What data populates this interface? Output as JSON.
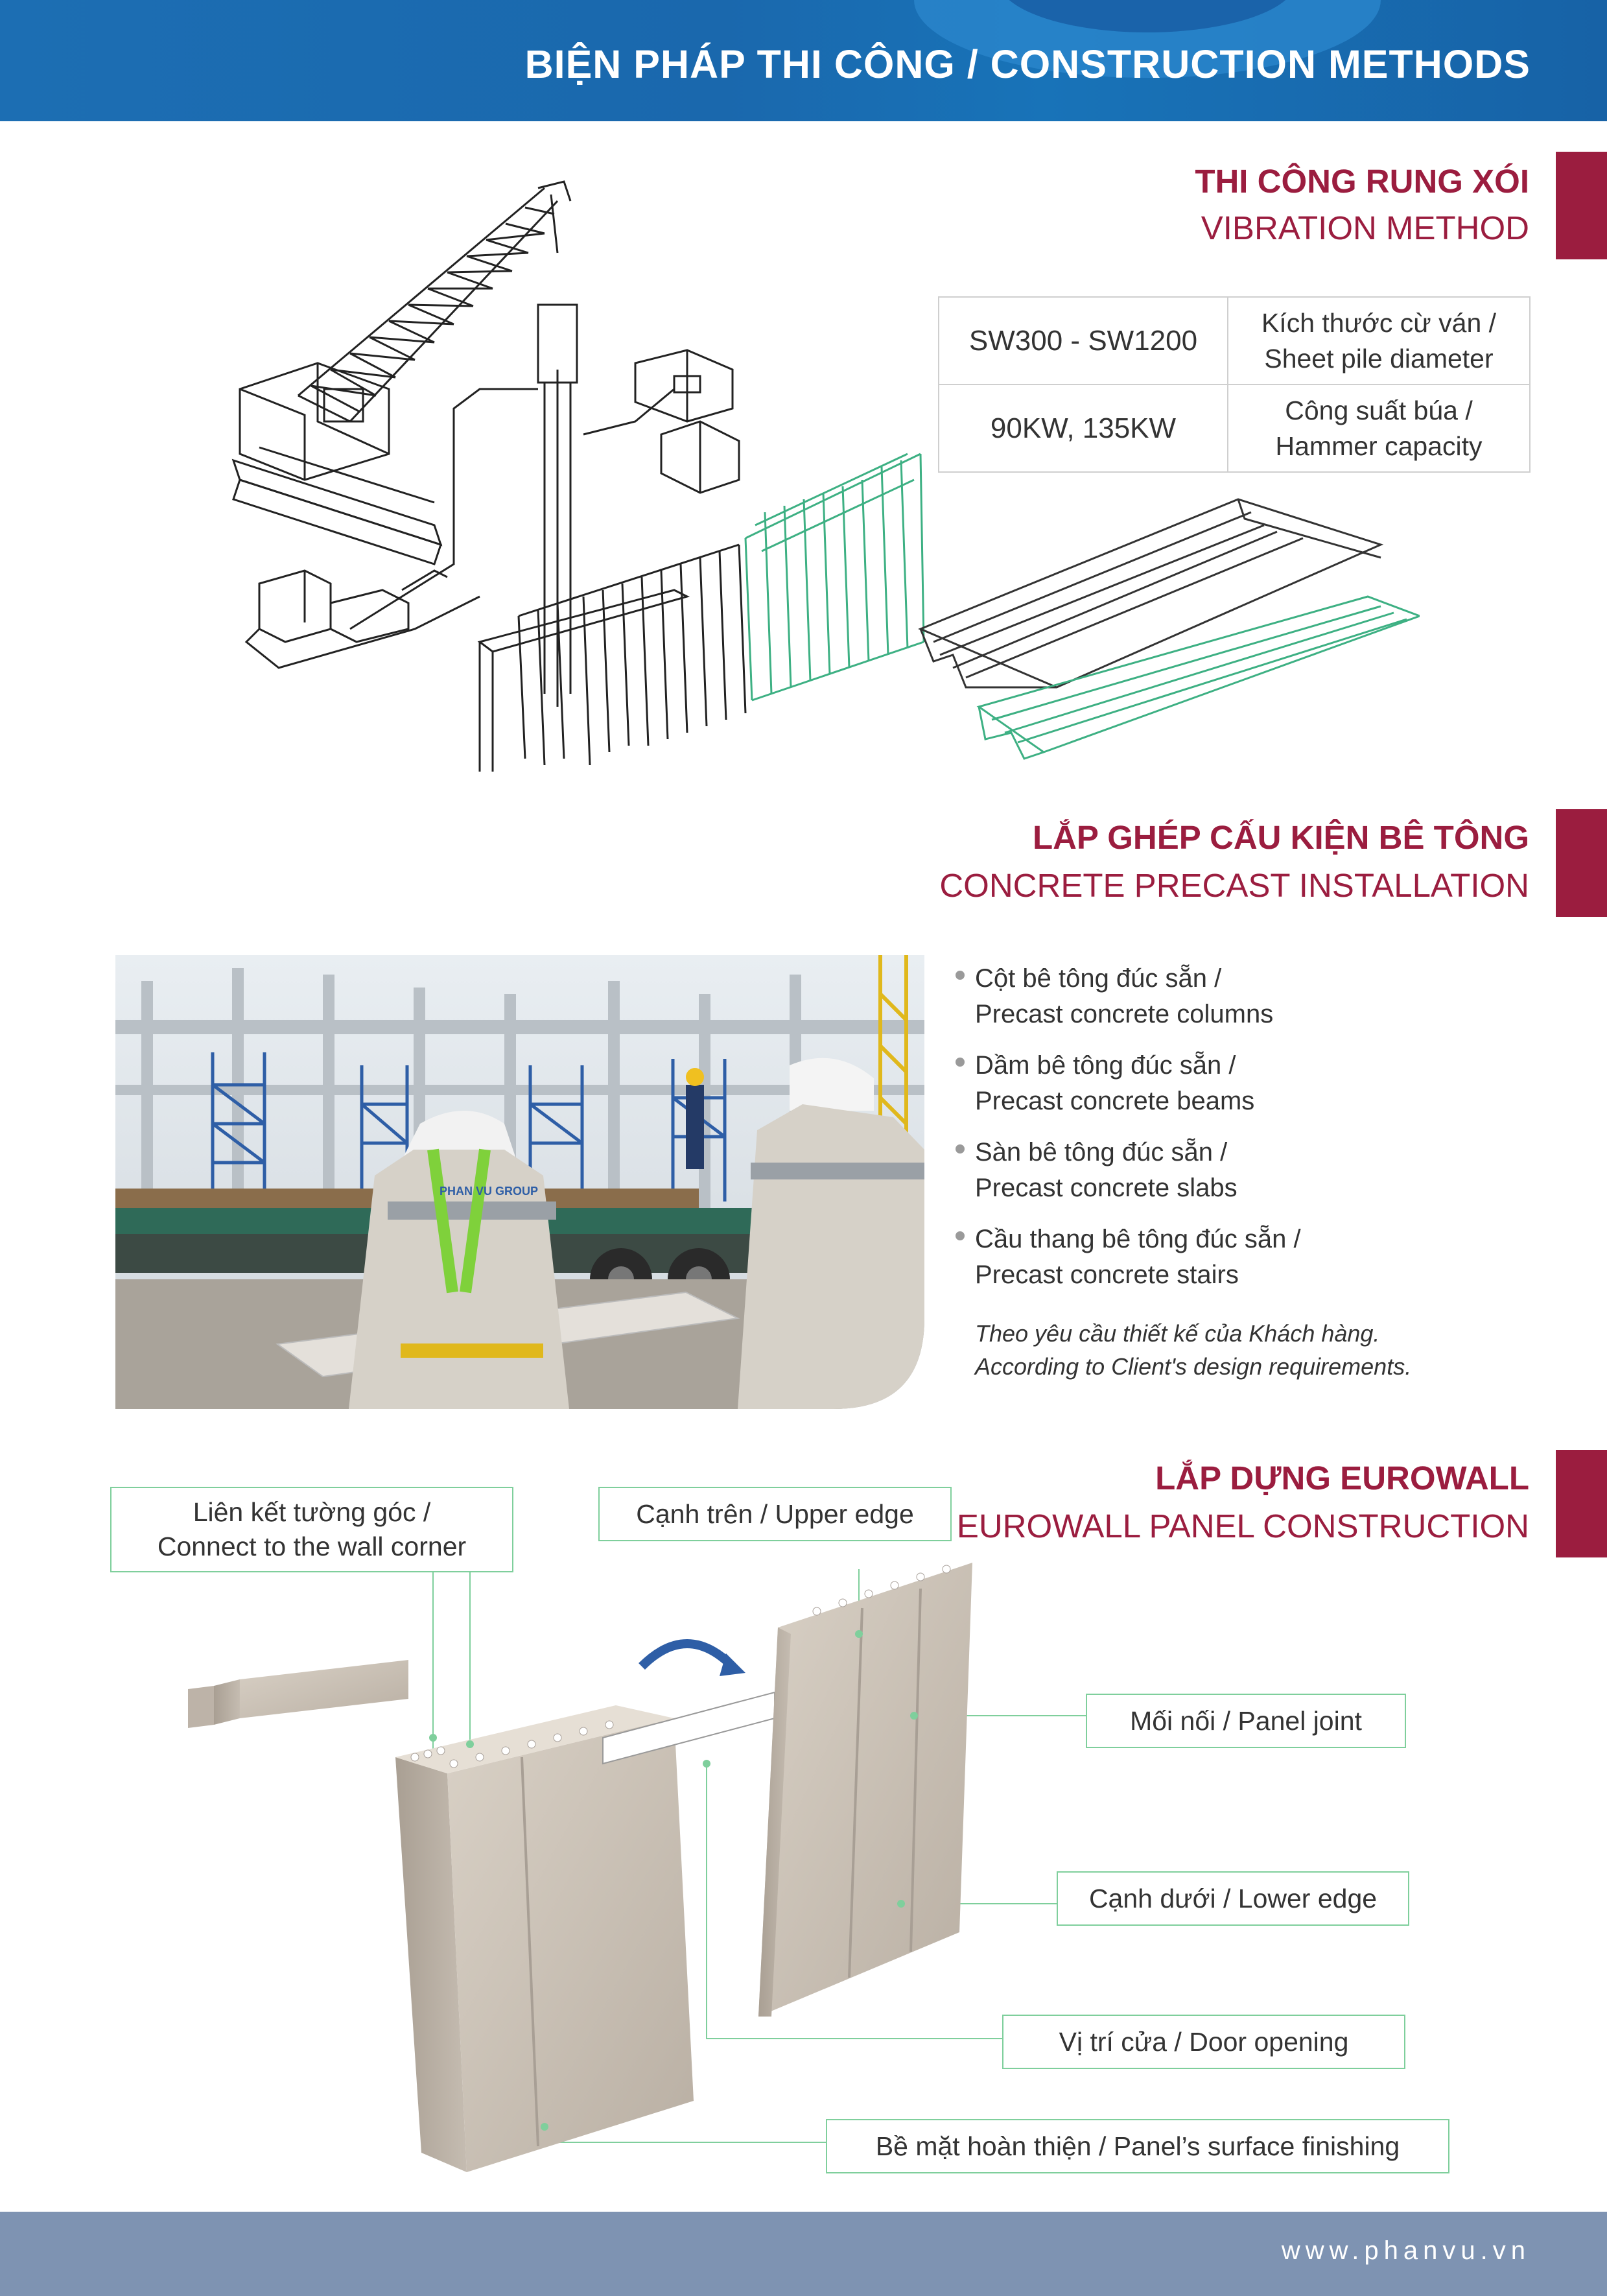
{
  "header": {
    "title": "BIỆN PHÁP THI CÔNG  / CONSTRUCTION  METHODS"
  },
  "section_vibration": {
    "title_vn": "THI CÔNG RUNG XÓI",
    "title_en": "VIBRATION METHOD",
    "table": [
      {
        "value": "SW300 - SW1200",
        "label_line1": "Kích thước cừ ván /",
        "label_line2": "Sheet pile diameter"
      },
      {
        "value": "90KW, 135KW",
        "label_line1": "Công suất búa /",
        "label_line2": "Hammer capacity"
      }
    ]
  },
  "section_precast": {
    "title_vn": "LẮP GHÉP CẤU KIỆN BÊ TÔNG",
    "title_en": "CONCRETE PRECAST INSTALLATION",
    "items": [
      {
        "vn": "Cột bê tông đúc sẵn /",
        "en": "Precast concrete columns"
      },
      {
        "vn": "Dầm bê tông đúc sẵn /",
        "en": "Precast concrete beams"
      },
      {
        "vn": "Sàn bê tông đúc sẵn /",
        "en": "Precast concrete slabs"
      },
      {
        "vn": "Cầu thang bê tông đúc sẵn /",
        "en": "Precast concrete stairs"
      }
    ],
    "note_line1": "Theo yêu cầu thiết kế của Khách hàng.",
    "note_line2": "According to Client's design requirements.",
    "photo_vest_text": "PHAN VU GROUP"
  },
  "section_eurowall": {
    "title_vn": "LẮP DỰNG EUROWALL",
    "title_en": "EUROWALL PANEL CONSTRUCTION",
    "callouts": {
      "wall_corner_line1": "Liên kết tường góc /",
      "wall_corner_line2": "Connect to the wall corner",
      "upper_edge": "Cạnh trên / Upper edge",
      "panel_joint": "Mối nối / Panel joint",
      "lower_edge": "Cạnh dưới / Lower edge",
      "door_opening": "Vị trí cửa / Door opening",
      "surface_finishing": "Bề mặt hoàn thiện / Panel’s surface finishing"
    }
  },
  "footer": {
    "url": "www.phanvu.vn"
  },
  "colors": {
    "header_blue": "#1c6eb3",
    "accent_red": "#9b1d3f",
    "callout_green": "#7fcf9c",
    "footer_gray_blue": "#7e93b2"
  }
}
